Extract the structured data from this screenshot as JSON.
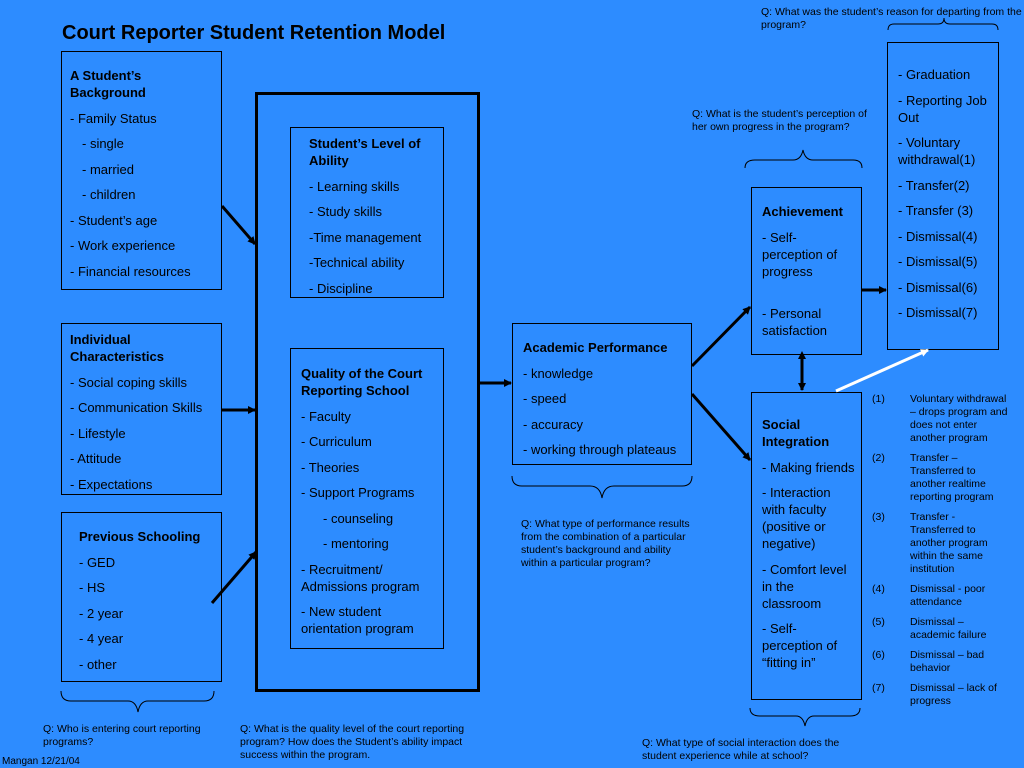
{
  "title": "Court Reporter Student Retention Model",
  "background": {
    "heading": "A Student’s Background",
    "items": [
      "- Family Status",
      "- single",
      "- married",
      "- children",
      "- Student’s age",
      "- Work experience",
      "- Financial resources"
    ]
  },
  "individual": {
    "heading": "Individual Characteristics",
    "items": [
      "- Social coping skills",
      "- Communication Skills",
      "- Lifestyle",
      "- Attitude",
      "- Expectations"
    ]
  },
  "previous": {
    "heading": "Previous Schooling",
    "items": [
      "- GED",
      "- HS",
      "- 2 year",
      "- 4 year",
      "- other"
    ]
  },
  "ability": {
    "heading": "Student’s Level of Ability",
    "items": [
      "- Learning skills",
      "- Study skills",
      "-Time management",
      "-Technical ability",
      "- Discipline"
    ]
  },
  "quality": {
    "heading": "Quality of the Court Reporting School",
    "items": [
      "- Faculty",
      "- Curriculum",
      "- Theories",
      "- Support Programs",
      "- counseling",
      "- mentoring",
      "- Recruitment/ Admissions program",
      "- New student orientation program"
    ]
  },
  "academic": {
    "heading": "Academic Performance",
    "items": [
      "- knowledge",
      "- speed",
      "- accuracy",
      "- working through plateaus"
    ]
  },
  "achievement": {
    "heading": "Achievement",
    "items": [
      "- Self-perception of progress",
      "- Personal satisfaction"
    ]
  },
  "social": {
    "heading": "Social Integration",
    "items": [
      "- Making friends",
      "- Interaction with faculty (positive or negative)",
      "- Comfort level in the classroom",
      "- Self-perception of “fitting in”"
    ]
  },
  "outcomes": {
    "items": [
      "- Graduation",
      "- Reporting Job Out",
      "- Voluntary withdrawal(1)",
      "- Transfer(2)",
      "- Transfer (3)",
      "- Dismissal(4)",
      "- Dismissal(5)",
      "- Dismissal(6)",
      "- Dismissal(7)"
    ]
  },
  "questions": {
    "departing": "Q: What was the student’s reason for departing from the program?",
    "perception": "Q: What is the student’s perception of her own progress in the program?",
    "performance": "Q: What type of performance results from the combination of a particular student’s background and ability within a particular program?",
    "entering": "Q: Who is entering court reporting programs?",
    "quality": "Q: What is the quality level of the court reporting program? How does the Student’s ability impact success within the program.",
    "social": "Q: What type of social interaction does the student experience while at school?"
  },
  "notes": [
    {
      "num": "(1)",
      "text": "Voluntary withdrawal – drops program and does not enter another program"
    },
    {
      "num": "(2)",
      "text": "Transfer – Transferred to another realtime reporting program"
    },
    {
      "num": "(3)",
      "text": "Transfer - Transferred to another program within the same institution"
    },
    {
      "num": "(4)",
      "text": "Dismissal - poor attendance"
    },
    {
      "num": "(5)",
      "text": "Dismissal – academic failure"
    },
    {
      "num": "(6)",
      "text": "Dismissal – bad behavior"
    },
    {
      "num": "(7)",
      "text": "Dismissal – lack of progress"
    }
  ],
  "credit": "Mangan 12/21/04",
  "colors": {
    "background": "#2d8cff",
    "lines": "#000000",
    "connector": "#ffffff"
  }
}
